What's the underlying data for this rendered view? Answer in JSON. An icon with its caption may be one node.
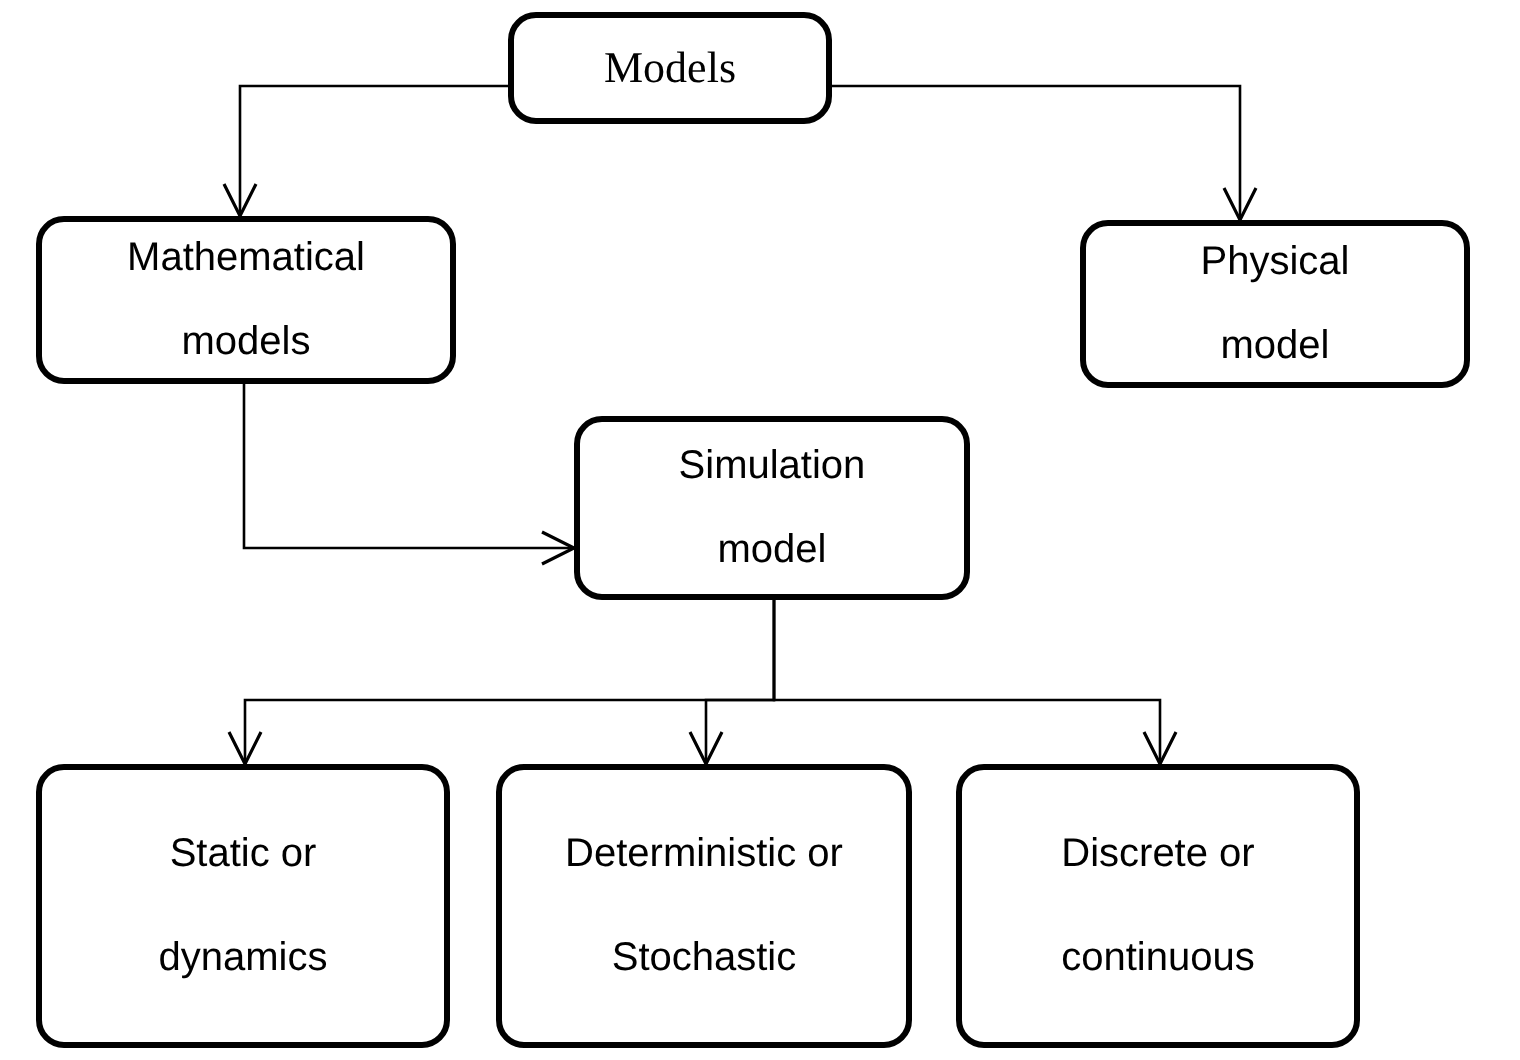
{
  "diagram": {
    "nodes": [
      {
        "text": [
          "Models"
        ]
      },
      {
        "text": [
          "Mathematical models"
        ]
      },
      {
        "text": [
          "Physical model"
        ]
      },
      {
        "text": [
          "Simulation model"
        ]
      },
      {
        "text": [
          "Static or dynamics"
        ]
      },
      {
        "text": [
          "Deterministic or Stochastic"
        ]
      },
      {
        "text": [
          "Discrete or continuous"
        ]
      }
    ],
    "edges": [
      {
        "from": 0,
        "to": 1,
        "arrow": "to"
      },
      {
        "from": 0,
        "to": 2,
        "arrow": "to"
      },
      {
        "from": 1,
        "to": 3,
        "arrow": "to"
      },
      {
        "from": 3,
        "to": 4,
        "arrow": "to"
      },
      {
        "from": 3,
        "to": 5,
        "arrow": "to"
      },
      {
        "from": 3,
        "to": 6,
        "arrow": "to"
      }
    ]
  }
}
